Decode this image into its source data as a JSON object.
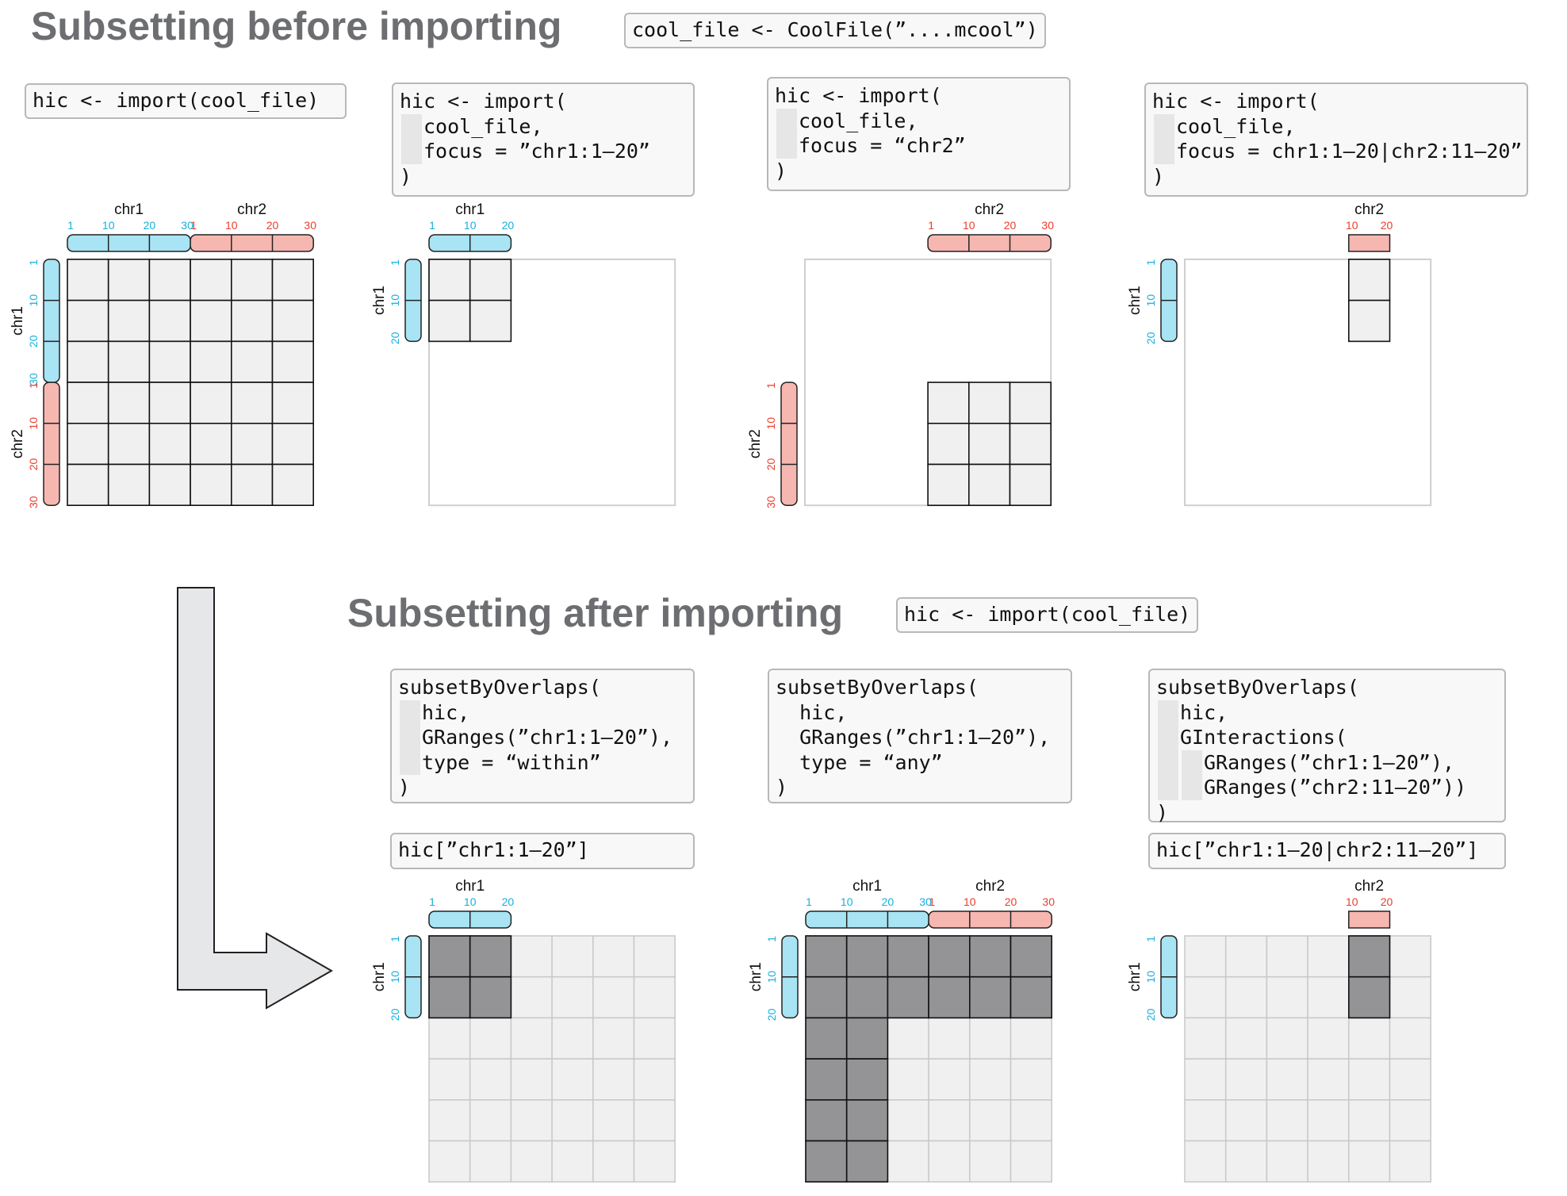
{
  "colors": {
    "chr1": "#a8e4f4",
    "chr2": "#f6b7b0",
    "chr1_text": "#16b0de",
    "chr2_text": "#ec3c2c",
    "cell": "#eff0ef",
    "cell_selected": "#949496",
    "heading": "#6d6e71"
  },
  "sections": {
    "before": {
      "title": "Subsetting before importing",
      "setup_code": "cool_file <- CoolFile(”....mcool”)"
    },
    "after": {
      "title": "Subsetting after importing",
      "setup_code": "hic <- import(cool_file)"
    }
  },
  "code_blocks": [
    {
      "id": "b1",
      "lines": [
        {
          "text": "hic <- import(cool_file)",
          "indent": 0
        }
      ]
    },
    {
      "id": "b2",
      "lines": [
        {
          "text": "hic <- import(",
          "indent": 0
        },
        {
          "text": "cool_file,",
          "indent": 1
        },
        {
          "text": "focus = ”chr1:1–20”",
          "indent": 1
        },
        {
          "text": ")",
          "indent": 0
        }
      ]
    },
    {
      "id": "b3",
      "lines": [
        {
          "text": "hic <- import(",
          "indent": 0
        },
        {
          "text": "cool_file,",
          "indent": 1
        },
        {
          "text": "focus = “chr2”",
          "indent": 1
        },
        {
          "text": ")",
          "indent": 0
        }
      ]
    },
    {
      "id": "b4",
      "lines": [
        {
          "text": "hic <- import(",
          "indent": 0
        },
        {
          "text": "cool_file,",
          "indent": 1
        },
        {
          "text": "focus = chr1:1–20|chr2:11–20”",
          "indent": 1
        },
        {
          "text": ")",
          "indent": 0
        }
      ]
    },
    {
      "id": "a1",
      "lines": [
        {
          "text": "subsetByOverlaps(",
          "indent": 0
        },
        {
          "text": "hic,",
          "indent": 1
        },
        {
          "text": "GRanges(”chr1:1–20”),",
          "indent": 1
        },
        {
          "text": "type = “within”",
          "indent": 1
        },
        {
          "text": ")",
          "indent": 0
        }
      ]
    },
    {
      "id": "a2",
      "lines": [
        {
          "text": "subsetByOverlaps(",
          "indent": 0
        },
        {
          "text": "  hic,",
          "indent": 0
        },
        {
          "text": "  GRanges(”chr1:1–20”),",
          "indent": 0
        },
        {
          "text": "  type = “any”",
          "indent": 0
        },
        {
          "text": ")",
          "indent": 0
        }
      ]
    },
    {
      "id": "a3",
      "lines": [
        {
          "text": "subsetByOverlaps(",
          "indent": 0
        },
        {
          "text": "hic,",
          "indent": 1
        },
        {
          "text": "GInteractions(",
          "indent": 1
        },
        {
          "text": "GRanges(”chr1:1–20”),",
          "indent": 2
        },
        {
          "text": "GRanges(”chr2:11–20”))",
          "indent": 2
        },
        {
          "text": ")",
          "indent": 0
        }
      ]
    },
    {
      "id": "a1b",
      "lines": [
        {
          "text": "hic[”chr1:1–20”]",
          "indent": 0
        }
      ]
    },
    {
      "id": "a3b",
      "lines": [
        {
          "text": "hic[”chr1:1–20|chr2:11–20”]",
          "indent": 0
        }
      ]
    }
  ],
  "chromosome_labels": {
    "chr1": "chr1",
    "chr2": "chr2"
  },
  "tick_labels": {
    "chr1": [
      "1",
      "10",
      "20",
      "30"
    ],
    "chr2": [
      "1",
      "10",
      "20",
      "30"
    ],
    "chr1_sub": [
      "1",
      "10",
      "20"
    ],
    "chr2_sub": [
      "10",
      "20"
    ]
  },
  "panels": [
    {
      "id": "p1",
      "top": {
        "chr1": "full",
        "chr2": "full"
      },
      "left": {
        "chr1": "full",
        "chr2": "full"
      },
      "frame": false,
      "background": "none",
      "blocks": [
        {
          "row": 0,
          "col": 0,
          "rows": 6,
          "cols": 6,
          "fill": "cell"
        }
      ]
    },
    {
      "id": "p2",
      "top": {
        "chr1": "sub"
      },
      "left": {
        "chr1": "sub"
      },
      "frame": true,
      "background": "none",
      "blocks": [
        {
          "row": 0,
          "col": 0,
          "rows": 2,
          "cols": 2,
          "fill": "cell"
        }
      ]
    },
    {
      "id": "p3",
      "top": {
        "chr2": "full"
      },
      "left": {
        "chr2": "full"
      },
      "frame": true,
      "background": "none",
      "blocks": [
        {
          "row": 3,
          "col": 3,
          "rows": 3,
          "cols": 3,
          "fill": "cell"
        }
      ]
    },
    {
      "id": "p4",
      "top": {
        "chr2": "sub"
      },
      "left": {
        "chr1": "sub"
      },
      "frame": true,
      "background": "none",
      "blocks": [
        {
          "row": 0,
          "col": 4,
          "rows": 2,
          "cols": 1,
          "fill": "cell"
        }
      ]
    },
    {
      "id": "p5",
      "top": {
        "chr1": "sub"
      },
      "left": {
        "chr1": "sub"
      },
      "frame": false,
      "background": "grid",
      "blocks": [
        {
          "row": 0,
          "col": 0,
          "rows": 2,
          "cols": 2,
          "fill": "cell_selected"
        }
      ]
    },
    {
      "id": "p6",
      "top": {
        "chr1": "full",
        "chr2": "full"
      },
      "left": {
        "chr1": "sub"
      },
      "frame": false,
      "background": "grid",
      "blocks": [
        {
          "row": 0,
          "col": 0,
          "rows": 2,
          "cols": 6,
          "fill": "cell_selected"
        },
        {
          "row": 2,
          "col": 0,
          "rows": 4,
          "cols": 2,
          "fill": "cell_selected"
        }
      ]
    },
    {
      "id": "p7",
      "top": {
        "chr2": "sub"
      },
      "left": {
        "chr1": "sub"
      },
      "frame": false,
      "background": "grid",
      "blocks": [
        {
          "row": 0,
          "col": 4,
          "rows": 2,
          "cols": 1,
          "fill": "cell_selected"
        }
      ]
    }
  ]
}
